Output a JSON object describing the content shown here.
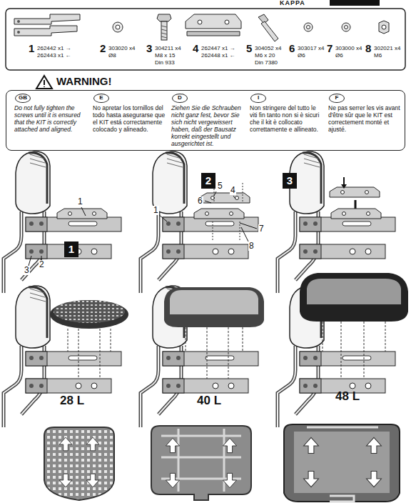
{
  "diagram": {
    "nodes": [
      {
        "text": [
          "WARNING!"
        ]
      },
      {
        "text": [
          "GB"
        ],
        "in": 0
      },
      {
        "text": [
          "E"
        ],
        "in": 0
      },
      {
        "text": [
          "D"
        ],
        "in": 0
      },
      {
        "text": [
          "I"
        ],
        "in": 0
      },
      {
        "text": [
          "F"
        ],
        "in": 0
      },
      {
        "text": [
          "1"
        ]
      },
      {
        "text": [
          "2"
        ]
      },
      {
        "text": [
          "3"
        ]
      }
    ],
    "labels": [
      "1",
      "262442 x1 →",
      "262443 x1 ←",
      "2",
      "303020 x4",
      "Ø8",
      "3",
      "304211 x4",
      "M8 x 15",
      "Din 933",
      "4",
      "262447 x1 →",
      "262448 x1 ←",
      "5",
      "304052 x4",
      "M6 x 20",
      "Din 7380",
      "6",
      "303017 x4",
      "Ø6",
      "7",
      "303000 x4",
      "Ø6",
      "8",
      "302021 x4",
      "M6",
      "Do not fully tighten the screws until it is ensured that the KIT is correctly attached and aligned.",
      "No apretar los tornillos del todo hasta asegurarse que el KIT está correctamente colocado y alineado.",
      "Ziehen Sie die Schrauben nicht ganz fest, bevor Sie sich nicht vergewissert haben, daß der Bausatz korrekt eingestellt und ausgerichtet ist.",
      "Non stringere del tutto le viti fin tanto non si è sicuri che il kit è collocato correttamente e allineato.",
      "Ne pas serrer les vis avant d'être sûr que le KIT est correctement monté et ajusté.",
      "1",
      "3",
      "2",
      "1",
      "5",
      "6",
      "4",
      "7",
      "8",
      "28 L",
      "40 L",
      "48 L",
      "KAPPA"
    ]
  }
}
